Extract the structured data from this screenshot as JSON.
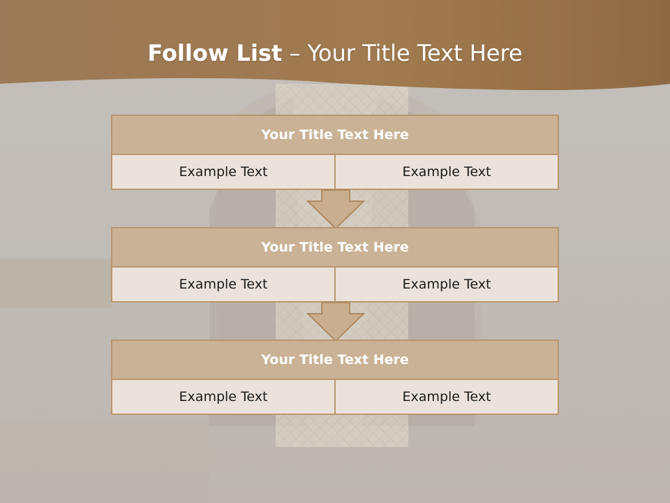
{
  "title": {
    "bold": "Follow List",
    "rest": "– Your Title Text Here"
  },
  "colors": {
    "banner": "#a27c52",
    "header_fill": "#c9b295",
    "border": "#b99670",
    "cell_fill": "#ebe3db",
    "arrow_fill": "#c8ae8e"
  },
  "blocks": [
    {
      "title": "Your Title Text Here",
      "left": "Example Text",
      "right": "Example Text"
    },
    {
      "title": "Your Title Text Here",
      "left": "Example Text",
      "right": "Example Text"
    },
    {
      "title": "Your Title Text Here",
      "left": "Example Text",
      "right": "Example Text"
    }
  ]
}
